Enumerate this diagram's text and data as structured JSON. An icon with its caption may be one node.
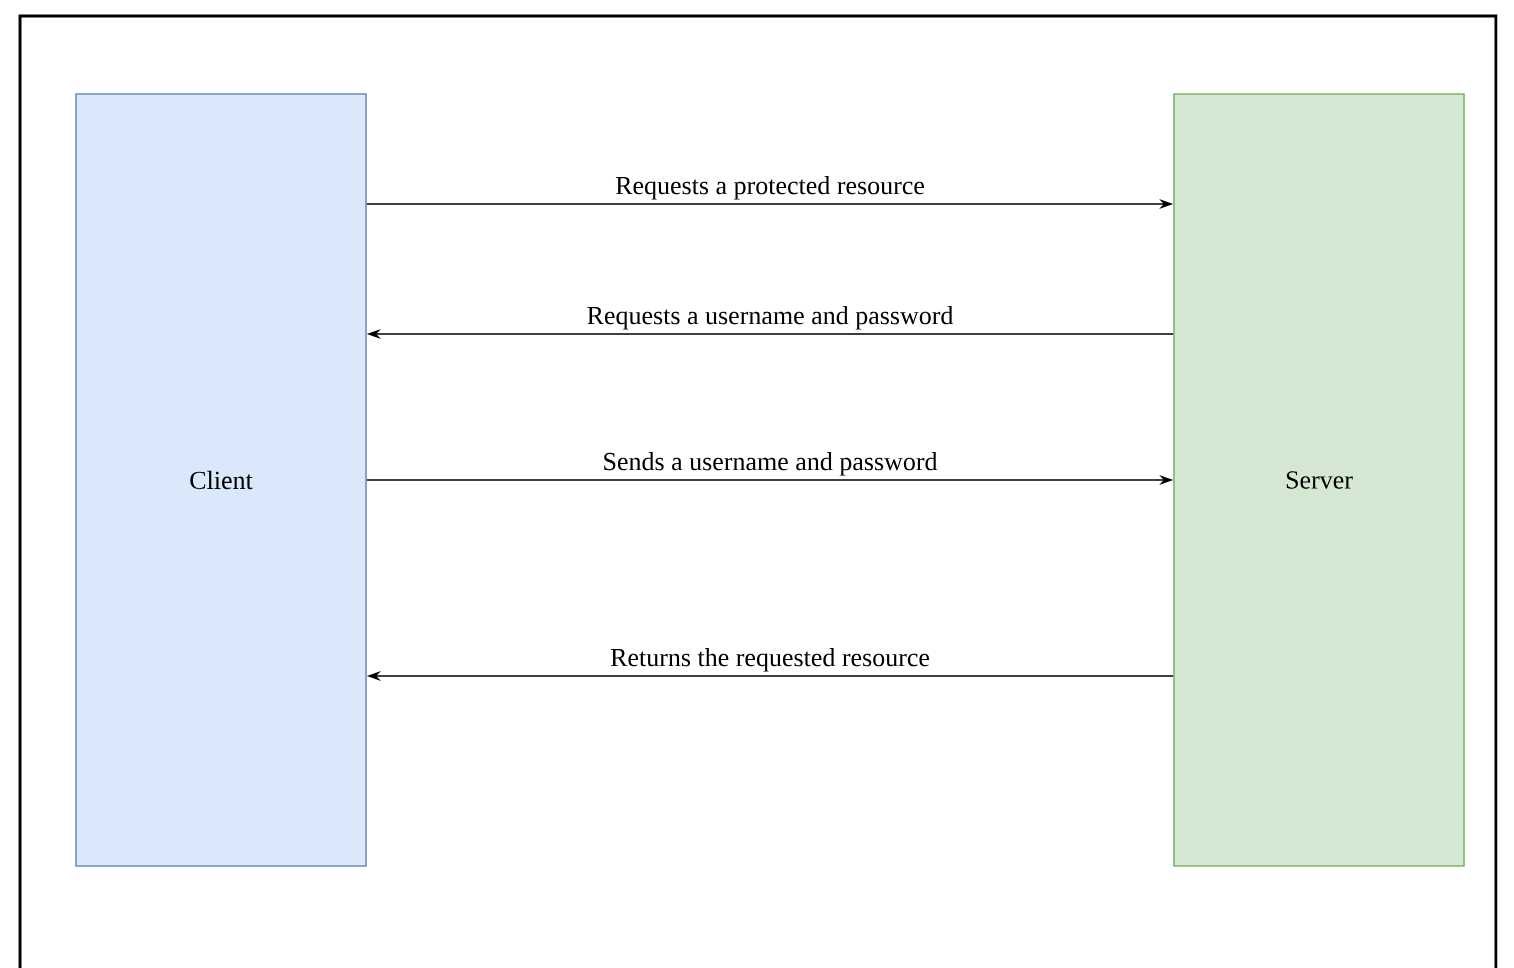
{
  "diagram": {
    "nodes": [
      {
        "text": [
          "Client"
        ]
      },
      {
        "text": [
          "Server"
        ]
      }
    ],
    "edges": [
      {
        "from": 0,
        "to": 1,
        "arrow": "to",
        "label": "Requests a protected resource"
      },
      {
        "from": 1,
        "to": 0,
        "arrow": "to",
        "label": "Requests a username and password"
      },
      {
        "from": 0,
        "to": 1,
        "arrow": "to",
        "label": "Sends a username and password"
      },
      {
        "from": 1,
        "to": 0,
        "arrow": "to",
        "label": "Returns the requested resource"
      }
    ]
  }
}
